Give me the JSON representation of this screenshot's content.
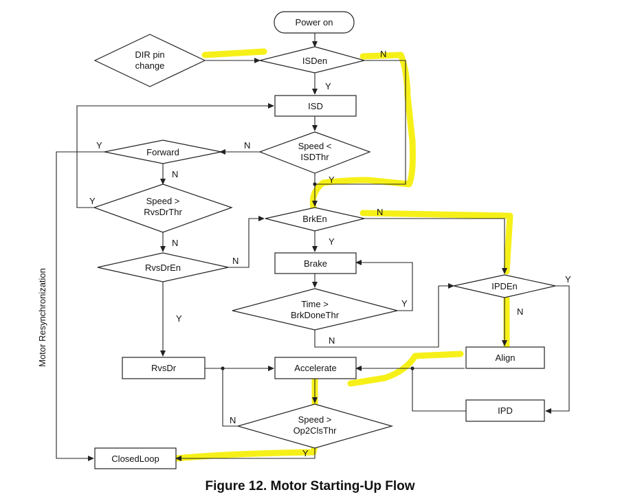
{
  "caption": "Figure 12.  Motor Starting-Up Flow",
  "side_label": "Motor Resynchronization",
  "highlight_color": "#f5ee00",
  "nodes": {
    "power_on": "Power on",
    "dir_pin_change_1": "DIR pin",
    "dir_pin_change_2": "change",
    "isden": "ISDen",
    "isd": "ISD",
    "speed_isdthr_1": "Speed <",
    "speed_isdthr_2": "ISDThr",
    "forward": "Forward",
    "speed_rvsdrthr_1": "Speed >",
    "speed_rvsdrthr_2": "RvsDrThr",
    "brken": "BrkEn",
    "brake": "Brake",
    "rvsdren": "RvsDrEn",
    "time_brkdonethr_1": "Time >",
    "time_brkdonethr_2": "BrkDoneThr",
    "ipden": "IPDEn",
    "align": "Align",
    "rvsdr": "RvsDr",
    "accelerate": "Accelerate",
    "speed_op2clsthr_1": "Speed >",
    "speed_op2clsthr_2": "Op2ClsThr",
    "ipd": "IPD",
    "closedloop": "ClosedLoop"
  },
  "edge_labels": {
    "isden_n": "N",
    "isden_y": "Y",
    "speed_isdthr_n": "N",
    "speed_isdthr_y": "Y",
    "forward_y": "Y",
    "forward_n": "N",
    "rvsdrthr_y": "Y",
    "rvsdrthr_n": "N",
    "brken_n": "N",
    "brken_y": "Y",
    "rvsdren_n": "N",
    "rvsdren_y": "Y",
    "brkdone_y": "Y",
    "brkdone_n": "N",
    "ipden_y": "Y",
    "ipden_n": "N",
    "op2cls_n": "N",
    "op2cls_y": "Y"
  }
}
